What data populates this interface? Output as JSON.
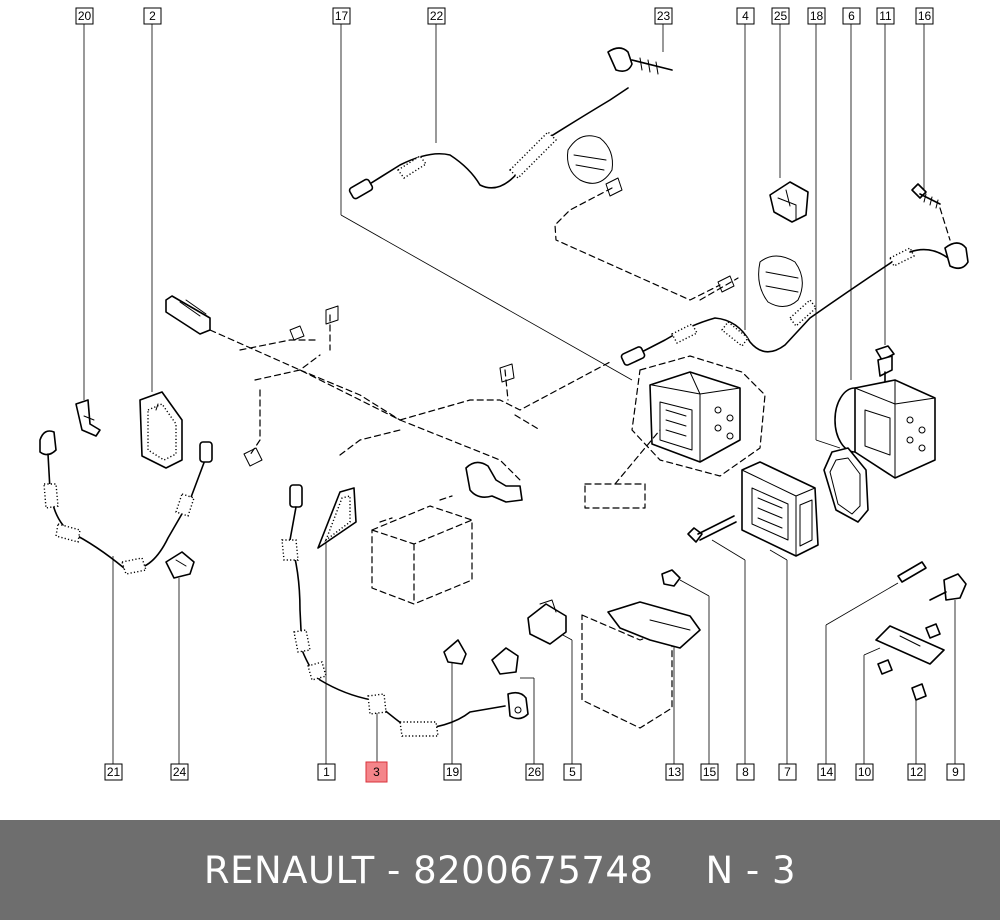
{
  "footer": {
    "brand": "RENAULT",
    "separator": "-",
    "part_number": "8200675748",
    "ref": "N - 3"
  },
  "labels": {
    "n20": "20",
    "n2": "2",
    "n17": "17",
    "n22": "22",
    "n23": "23",
    "n4": "4",
    "n25": "25",
    "n18": "18",
    "n6": "6",
    "n11": "11",
    "n16": "16",
    "n21": "21",
    "n24": "24",
    "n1": "1",
    "n3": "3",
    "n19": "19",
    "n26": "26",
    "n5": "5",
    "n13": "13",
    "n15": "15",
    "n8": "8",
    "n7": "7",
    "n14": "14",
    "n10": "10",
    "n12": "12",
    "n9": "9"
  },
  "highlight": {
    "label": "3",
    "color": "#f4858a"
  }
}
